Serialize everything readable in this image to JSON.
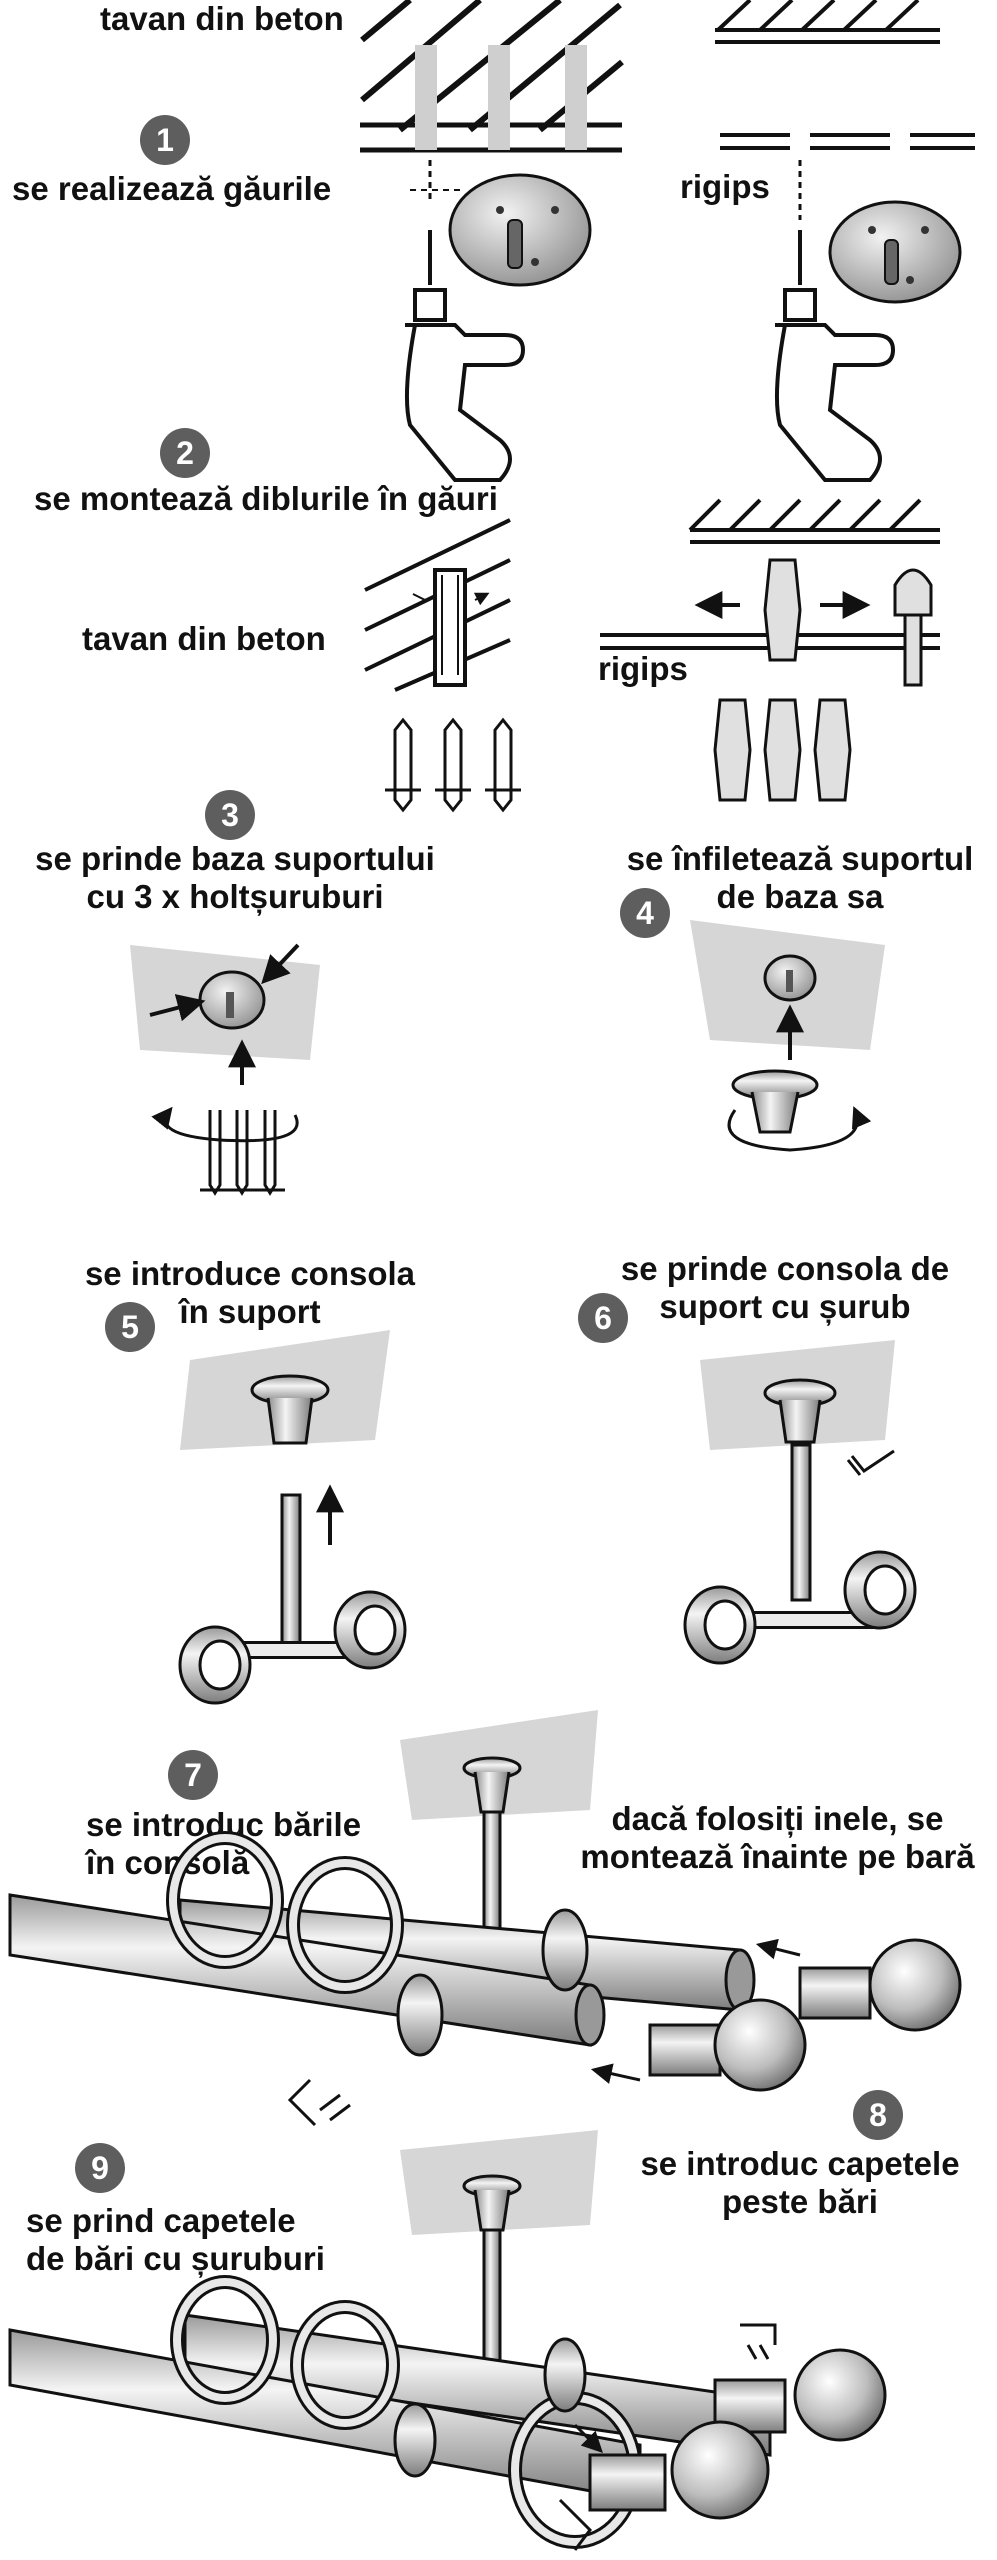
{
  "labels": {
    "ceiling_concrete": "tavan din beton",
    "drywall": "rigips",
    "step1": "se realizează găurile",
    "step2": "se montează diblurile în găuri",
    "ceiling_concrete_2": "tavan din beton",
    "drywall_2": "rigips",
    "step3": [
      "se prinde baza suportului",
      "cu 3 x holtșuruburi"
    ],
    "step4": [
      "se înfiletează suportul",
      "de baza sa"
    ],
    "step5": [
      "se introduce consola",
      "în suport"
    ],
    "step6": [
      "se prinde consola de",
      "suport cu șurub"
    ],
    "step7": [
      "se introduc bările",
      "în consolă"
    ],
    "rings_note": [
      "dacă folosiți inele, se",
      "montează înainte pe bară"
    ],
    "step8": [
      "se introduc capetele",
      "peste bări"
    ],
    "step9": [
      "se prind capetele",
      "de bări cu șuruburi"
    ]
  },
  "badges": [
    "1",
    "2",
    "3",
    "4",
    "5",
    "6",
    "7",
    "8",
    "9"
  ]
}
